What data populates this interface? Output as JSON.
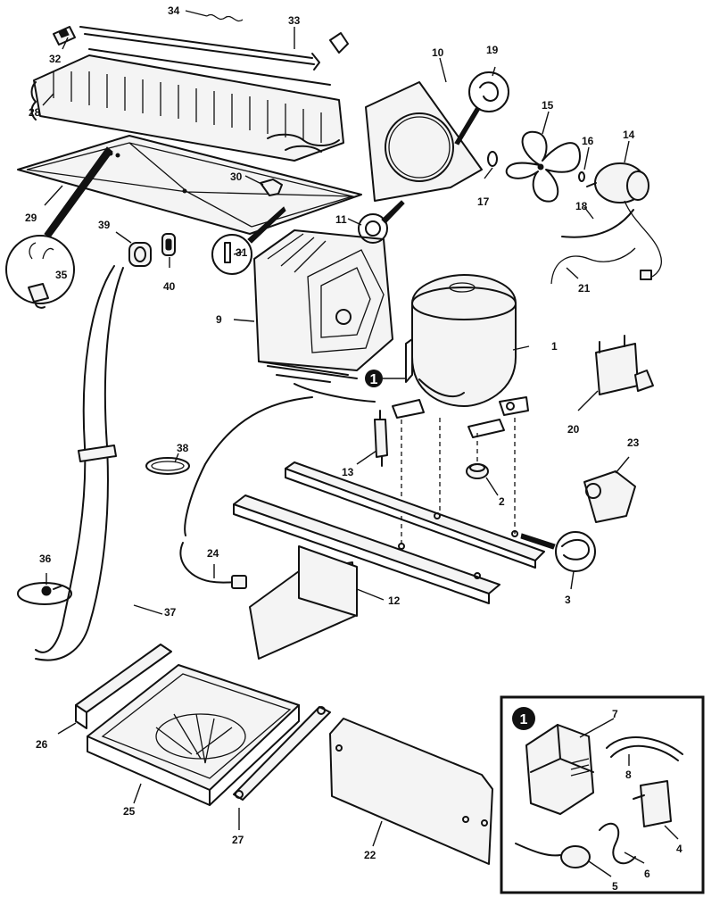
{
  "callouts": {
    "c1": "1",
    "c2": "2",
    "c3": "3",
    "c4": "4",
    "c5": "5",
    "c6": "6",
    "c7": "7",
    "c8": "8",
    "c9": "9",
    "c10": "10",
    "c11": "11",
    "c12": "12",
    "c13": "13",
    "c14": "14",
    "c15": "15",
    "c16": "16",
    "c17": "17",
    "c18": "18",
    "c19": "19",
    "c20": "20",
    "c21": "21",
    "c22": "22",
    "c23": "23",
    "c24": "24",
    "c25": "25",
    "c26": "26",
    "c27": "27",
    "c28": "28",
    "c29": "29",
    "c30": "30",
    "c31": "31",
    "c32": "32",
    "c33": "33",
    "c34": "34",
    "c35": "35",
    "c36": "36",
    "c37": "37",
    "c38": "38",
    "c39": "39",
    "c40": "40"
  },
  "detail_badge": "1"
}
